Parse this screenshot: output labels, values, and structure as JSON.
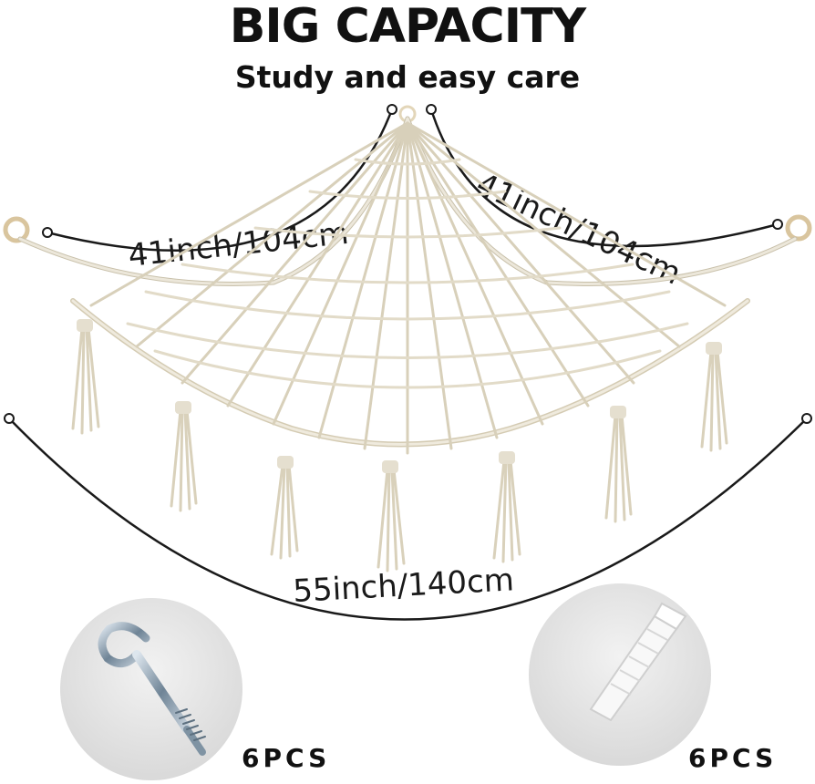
{
  "header": {
    "title": "BIG CAPACITY",
    "subtitle": "Study and easy care"
  },
  "dimensions": {
    "left_span": "41inch/104cm",
    "right_span": "41inch/104cm",
    "bottom_span": "55inch/140cm"
  },
  "accessories": {
    "hook": {
      "icon": "screw-hook-icon",
      "quantity": "6PCS"
    },
    "anchor": {
      "icon": "wall-anchor-icon",
      "quantity": "6PCS"
    }
  },
  "colors": {
    "text": "#111111",
    "rope": "#e9e4d6",
    "rope_shadow": "#c8c0aa",
    "circle_bg": "#e6e6e6"
  }
}
